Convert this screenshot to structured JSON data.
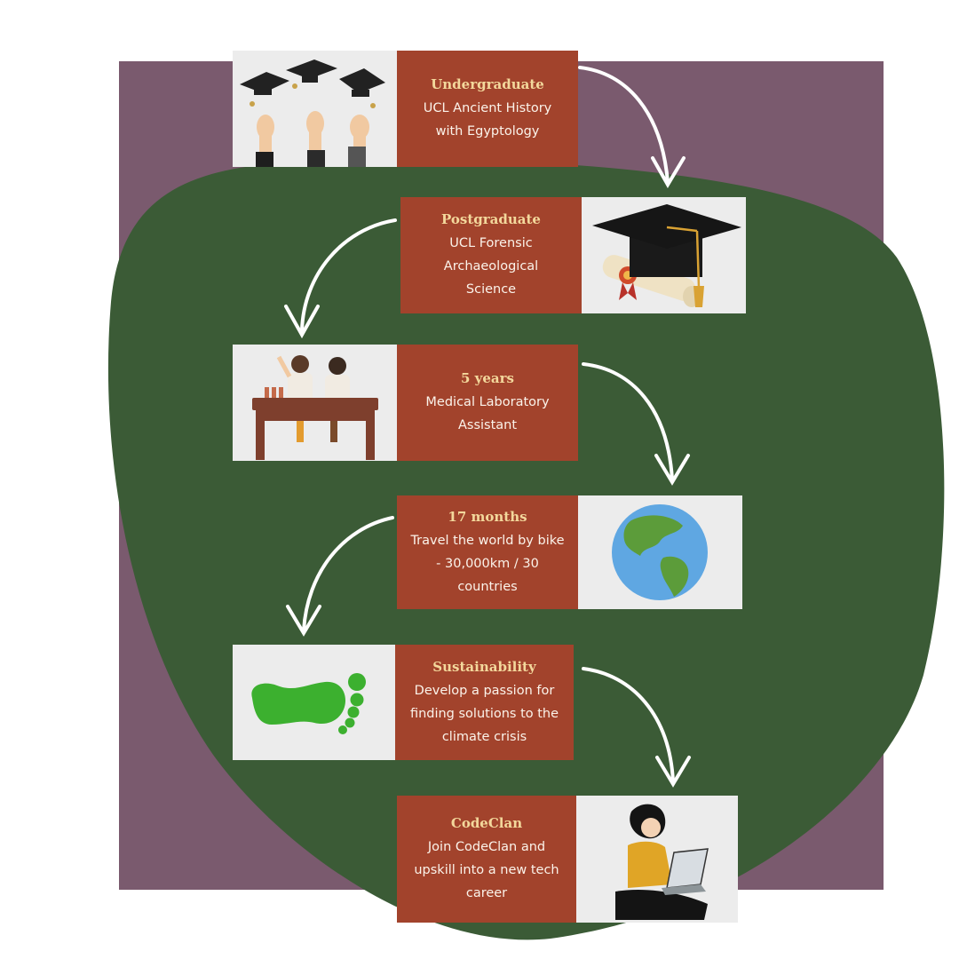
{
  "colors": {
    "purple_panel": "#7a5a6e",
    "green_blob": "#3b5b36",
    "text_box": "#a2432c",
    "image_box": "#ececec",
    "title_text": "#f3d89c",
    "desc_text": "#fbf3ea",
    "arrow": "#ffffff"
  },
  "steps": [
    {
      "title": "Undergraduate",
      "description": "UCL Ancient History with Egyptology",
      "image": "graduation-caps-icon"
    },
    {
      "title": "Postgraduate",
      "description": "UCL Forensic Archaeological Science",
      "image": "mortarboard-diploma-icon"
    },
    {
      "title": "5 years",
      "description": "Medical Laboratory Assistant",
      "image": "lab-scientists-icon"
    },
    {
      "title": "17 months",
      "description": "Travel the world by bike - 30,000km / 30 countries",
      "image": "globe-icon"
    },
    {
      "title": "Sustainability",
      "description": "Develop a passion for finding solutions to the climate crisis",
      "image": "green-footprint-icon"
    },
    {
      "title": "CodeClan",
      "description": "Join CodeClan and upskill into a new tech career",
      "image": "person-laptop-icon"
    }
  ]
}
